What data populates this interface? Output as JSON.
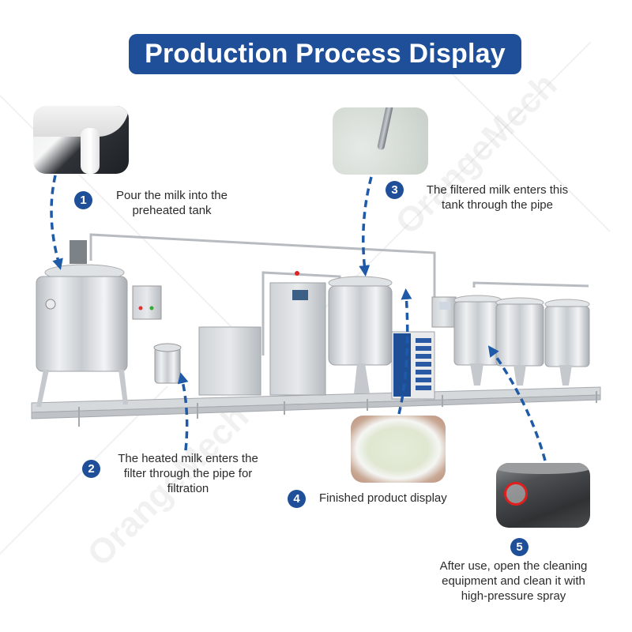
{
  "title": "Production Process Display",
  "watermark": "OrangeMech",
  "colors": {
    "banner": "#1f4f98",
    "badge": "#1f4f98",
    "arrow": "#1f5aa8",
    "text": "#2b2b2b",
    "highlight_circle": "#e21d1d"
  },
  "steps": [
    {
      "number": "1",
      "line1": "Pour the milk into the",
      "line2": "preheated tank",
      "line3": "",
      "photo": "milk-pouring-photo"
    },
    {
      "number": "2",
      "line1": "The heated milk enters the",
      "line2": "filter through the pipe for",
      "line3": "filtration",
      "photo": ""
    },
    {
      "number": "3",
      "line1": "The filtered milk enters this",
      "line2": "tank through the pipe",
      "line3": "",
      "photo": "milk-in-tank-photo"
    },
    {
      "number": "4",
      "line1": "Finished product display",
      "line2": "",
      "line3": "",
      "photo": "finished-product-cup-photo"
    },
    {
      "number": "5",
      "line1": "After use, open the cleaning",
      "line2": "equipment and clean it with",
      "line3": "high-pressure spray",
      "photo": "cleaning-spray-photo"
    }
  ]
}
